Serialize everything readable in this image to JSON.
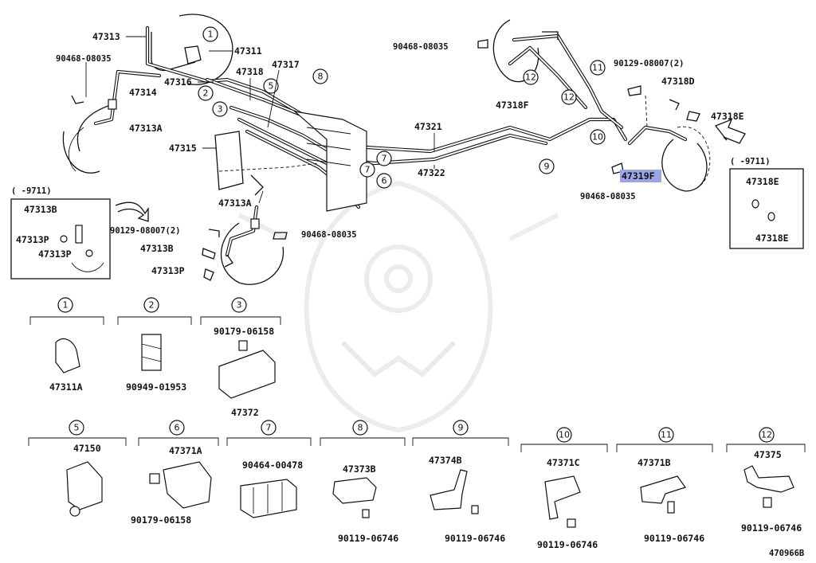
{
  "diagram_code": "470966B",
  "colors": {
    "highlight": "#9aa6e6",
    "ink": "#111111"
  },
  "labels": {
    "p47313": "47313",
    "p47311": "47311",
    "p47317": "47317",
    "p90468a": "90468-08035",
    "p47318": "47318",
    "p47316": "47316",
    "p47314": "47314",
    "p47313A_top": "47313A",
    "p47315": "47315",
    "p47313A_mid": "47313A",
    "p90129a": "90129-08007(2)",
    "p90468b": "90468-08035",
    "p47313B_main": "47313B",
    "p47313P_main": "47313P",
    "p47321": "47321",
    "p47322": "47322",
    "p90468c": "90468-08035",
    "p47318F": "47318F",
    "p90129b": "90129-08007(2)",
    "p47318D": "47318D",
    "p47318E": "47318E",
    "p47319F": "47319F",
    "p90468d": "90468-08035"
  },
  "inset_left": {
    "range": "(      -9711)",
    "l1": "47313B",
    "l2": "47313P",
    "l3": "47313P"
  },
  "inset_right": {
    "range": "(      -9711)",
    "l1": "47318E",
    "l2": "47318E"
  },
  "callouts": [
    "1",
    "2",
    "3",
    "5",
    "6",
    "7",
    "8",
    "9",
    "10",
    "11",
    "12"
  ],
  "details": [
    {
      "num": "1",
      "part": "47311A"
    },
    {
      "num": "2",
      "part": "90949-01953"
    },
    {
      "num": "3",
      "part": "90179-06158",
      "part2": "47372"
    },
    {
      "num": "5",
      "part": "47150"
    },
    {
      "num": "6",
      "part": "47371A",
      "part2": "90179-06158"
    },
    {
      "num": "7",
      "part": "90464-00478"
    },
    {
      "num": "8",
      "part": "47373B",
      "part2": "90119-06746"
    },
    {
      "num": "9",
      "part": "47374B",
      "part2": "90119-06746"
    },
    {
      "num": "10",
      "part": "47371C",
      "part2": "90119-06746"
    },
    {
      "num": "11",
      "part": "47371B",
      "part2": "90119-06746"
    },
    {
      "num": "12",
      "part": "47375",
      "part2": "90119-06746"
    }
  ]
}
